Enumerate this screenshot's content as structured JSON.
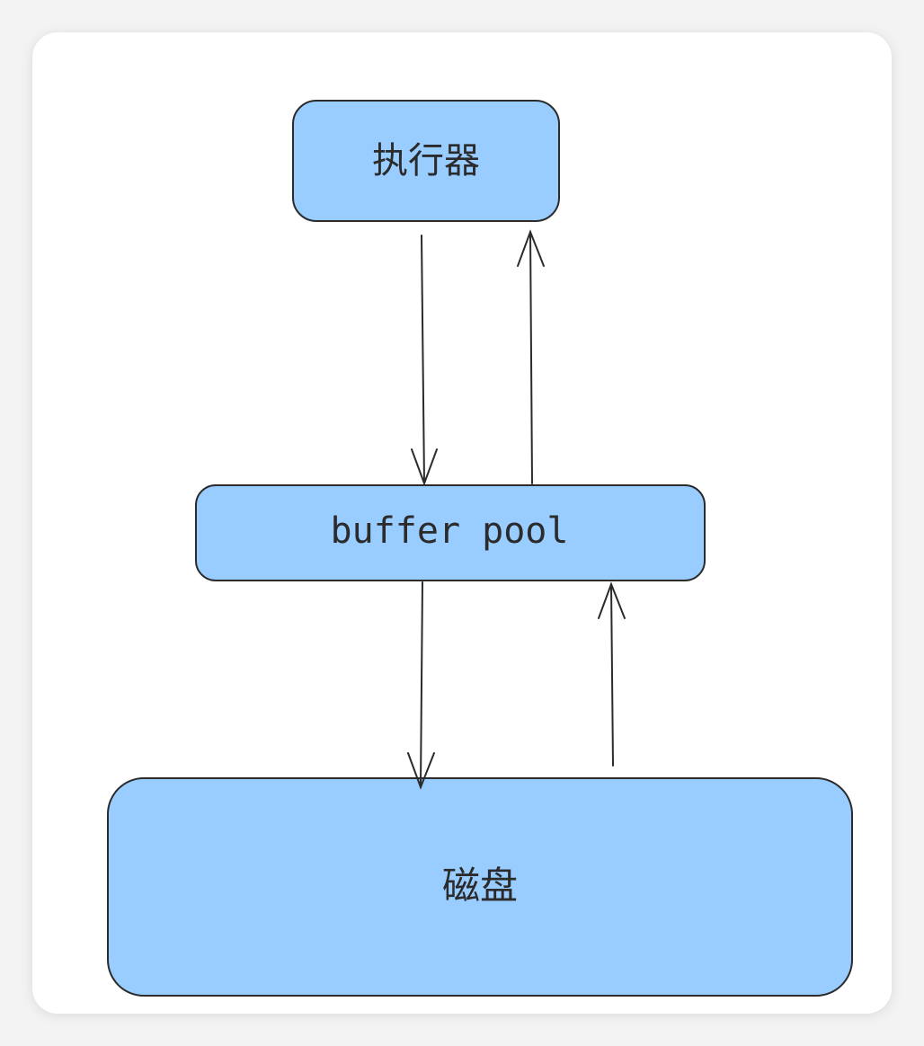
{
  "diagram": {
    "nodes": {
      "executor": {
        "label": "执行器"
      },
      "buffer_pool": {
        "label": "buffer pool"
      },
      "disk": {
        "label": "磁盘"
      }
    },
    "edges": [
      {
        "from": "executor",
        "to": "buffer_pool"
      },
      {
        "from": "buffer_pool",
        "to": "executor"
      },
      {
        "from": "buffer_pool",
        "to": "disk"
      },
      {
        "from": "disk",
        "to": "buffer_pool"
      }
    ],
    "colors": {
      "node_fill": "#99ccff",
      "stroke": "#2b2b2b",
      "background": "#ffffff"
    }
  }
}
